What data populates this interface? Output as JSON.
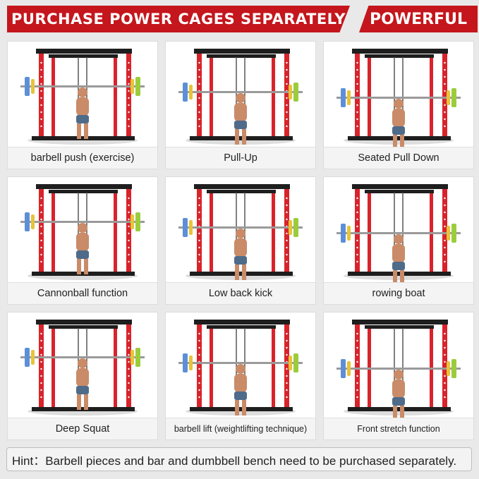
{
  "banner": {
    "left_text": "PURCHASE POWER CAGES SEPARATELY",
    "right_text": "POWERFUL"
  },
  "colors": {
    "brand_red": "#c4161c",
    "frame_red": "#d9232b",
    "frame_black": "#1e1e1e",
    "plate_green": "#9ccc3c",
    "plate_blue": "#5c8fd8",
    "plate_yellow": "#e8c33a"
  },
  "cards": [
    {
      "caption": "barbell push  (exercise)"
    },
    {
      "caption": "Pull-Up"
    },
    {
      "caption": "Seated Pull Down"
    },
    {
      "caption": "Cannonball function"
    },
    {
      "caption": "Low back kick"
    },
    {
      "caption": "rowing boat"
    },
    {
      "caption": "Deep Squat"
    },
    {
      "caption": "barbell lift (weightlifting technique)"
    },
    {
      "caption": "Front stretch function"
    }
  ],
  "hint": {
    "text": "Hint：Barbell pieces and bar and dumbbell bench need to be purchased separately."
  }
}
